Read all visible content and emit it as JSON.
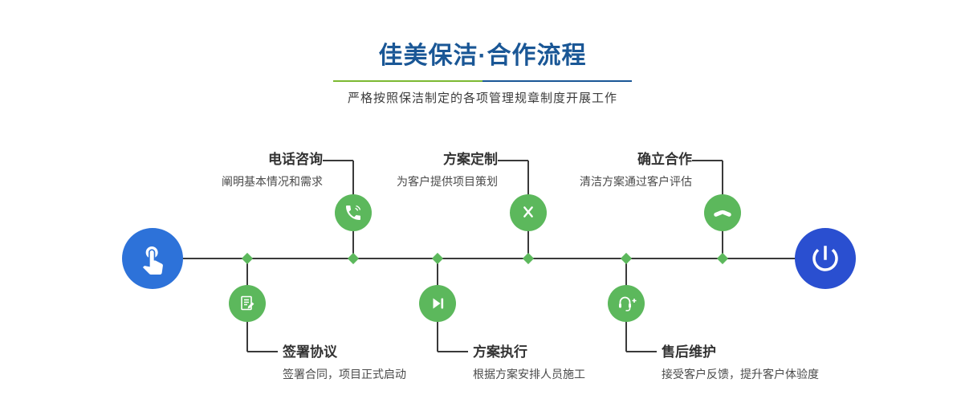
{
  "colors": {
    "title_blue": "#1a5796",
    "divider_green": "#7cb932",
    "divider_blue": "#1a5796",
    "line": "#3a3a3a",
    "node_green": "#5cb85c",
    "start_blue": "#2d72d9",
    "end_blue": "#2a4fd0",
    "step_title": "#333333",
    "step_desc": "#4a4a4a"
  },
  "header": {
    "title": "佳美保洁·合作流程",
    "subtitle": "严格按照保洁制定的各项管理规章制度开展工作"
  },
  "timeline": {
    "start_icon": "pointing-hand-icon",
    "end_icon": "power-icon"
  },
  "steps": [
    {
      "title": "电话咨询",
      "desc": "阐明基本情况和需求",
      "icon": "phone-icon",
      "position": "top"
    },
    {
      "title": "方案定制",
      "desc": "为客户提供项目策划",
      "icon": "design-icon",
      "position": "top"
    },
    {
      "title": "确立合作",
      "desc": "清洁方案通过客户评估",
      "icon": "handshake-icon",
      "position": "top"
    },
    {
      "title": "签署协议",
      "desc": "签署合同，项目正式启动",
      "icon": "contract-icon",
      "position": "bottom"
    },
    {
      "title": "方案执行",
      "desc": "根据方案安排人员施工",
      "icon": "play-icon",
      "position": "bottom"
    },
    {
      "title": "售后维护",
      "desc": "接受客户反馈，提升客户体验度",
      "icon": "headset-icon",
      "position": "bottom"
    }
  ]
}
